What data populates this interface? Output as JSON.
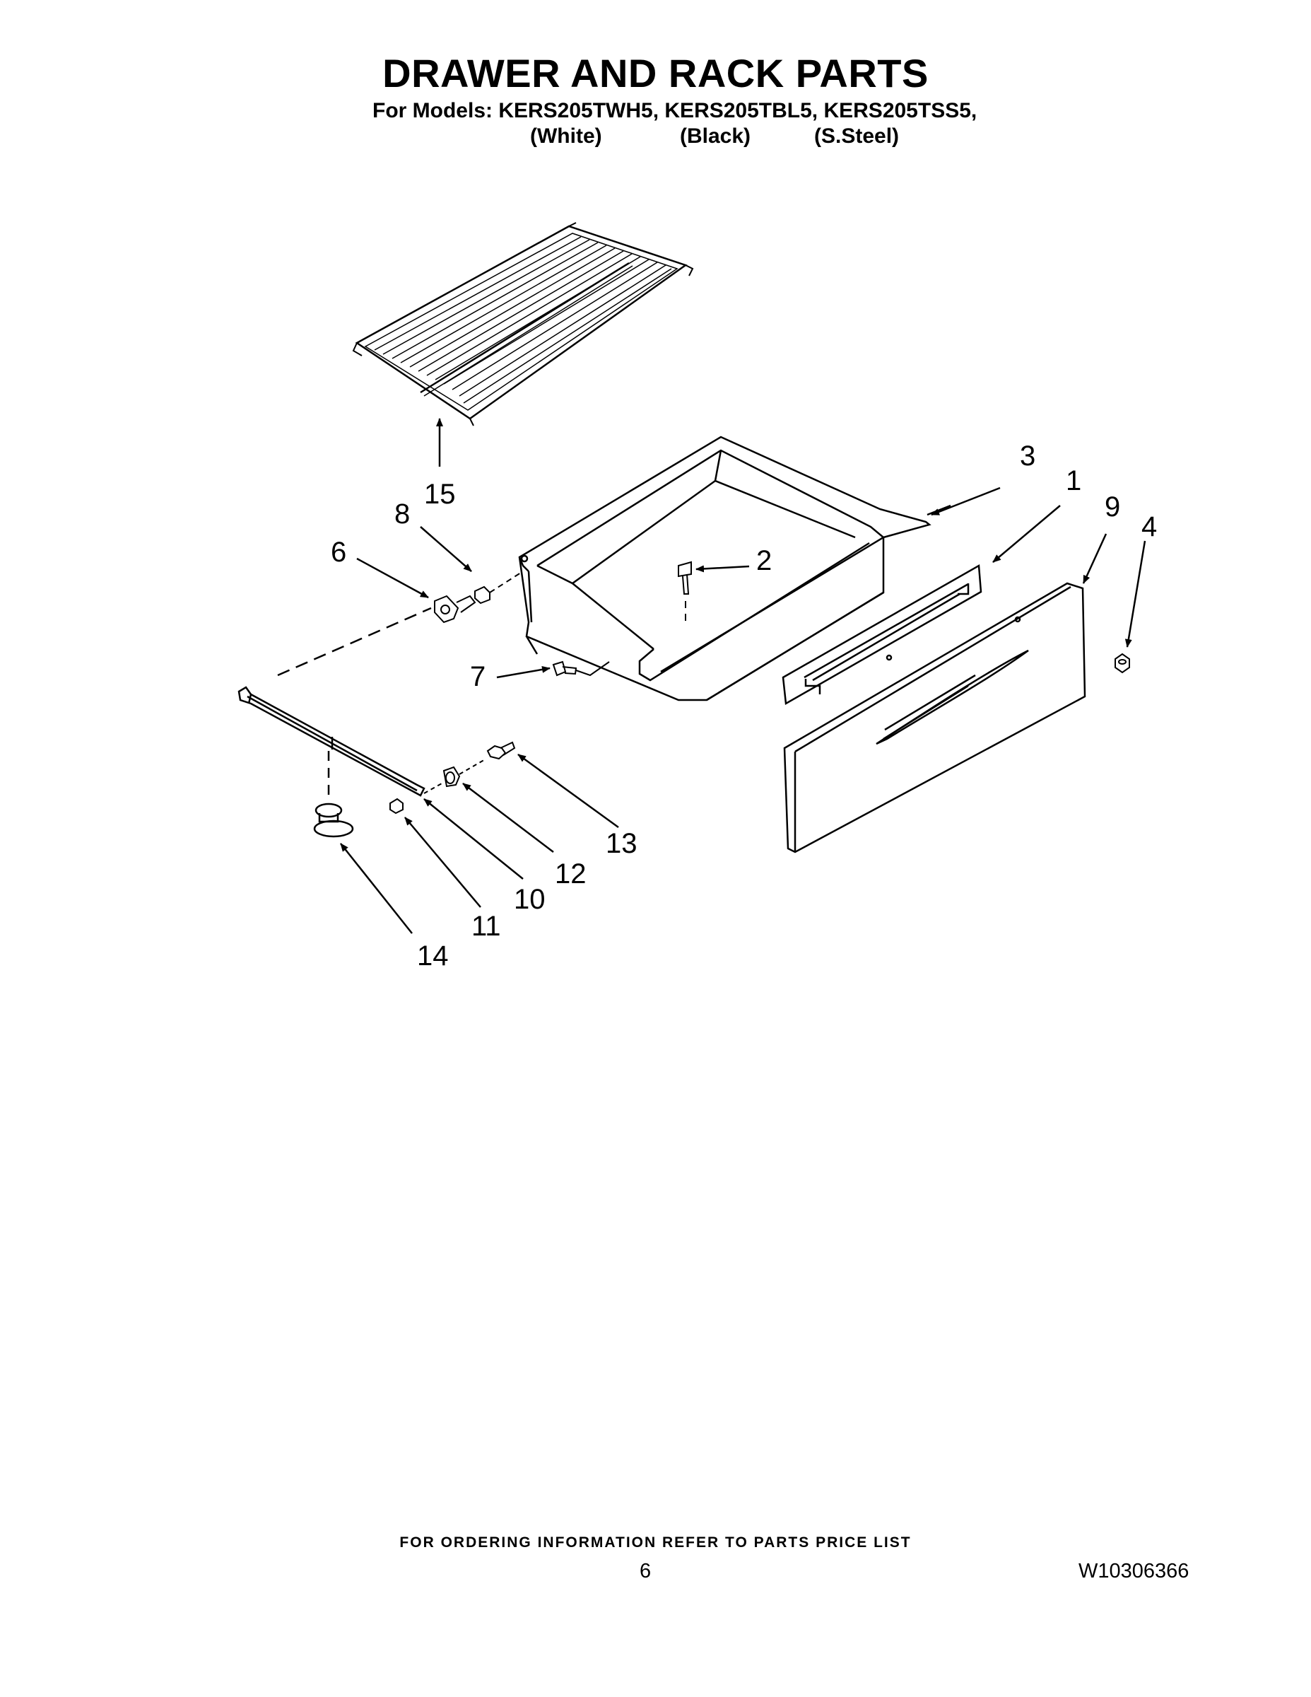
{
  "header": {
    "title": "DRAWER AND RACK PARTS",
    "models_line": "For Models: KERS205TWH5, KERS205TBL5, KERS205TSS5,",
    "colors": [
      "(White)",
      "(Black)",
      "(S.Steel)"
    ]
  },
  "callouts": {
    "c1": "1",
    "c2": "2",
    "c3": "3",
    "c4": "4",
    "c6": "6",
    "c7": "7",
    "c8": "8",
    "c9": "9",
    "c10": "10",
    "c11": "11",
    "c12": "12",
    "c13": "13",
    "c14": "14",
    "c15": "15"
  },
  "footer": {
    "ordering_note": "FOR ORDERING INFORMATION REFER TO PARTS PRICE LIST",
    "page_number": "6",
    "document_number": "W10306366"
  }
}
